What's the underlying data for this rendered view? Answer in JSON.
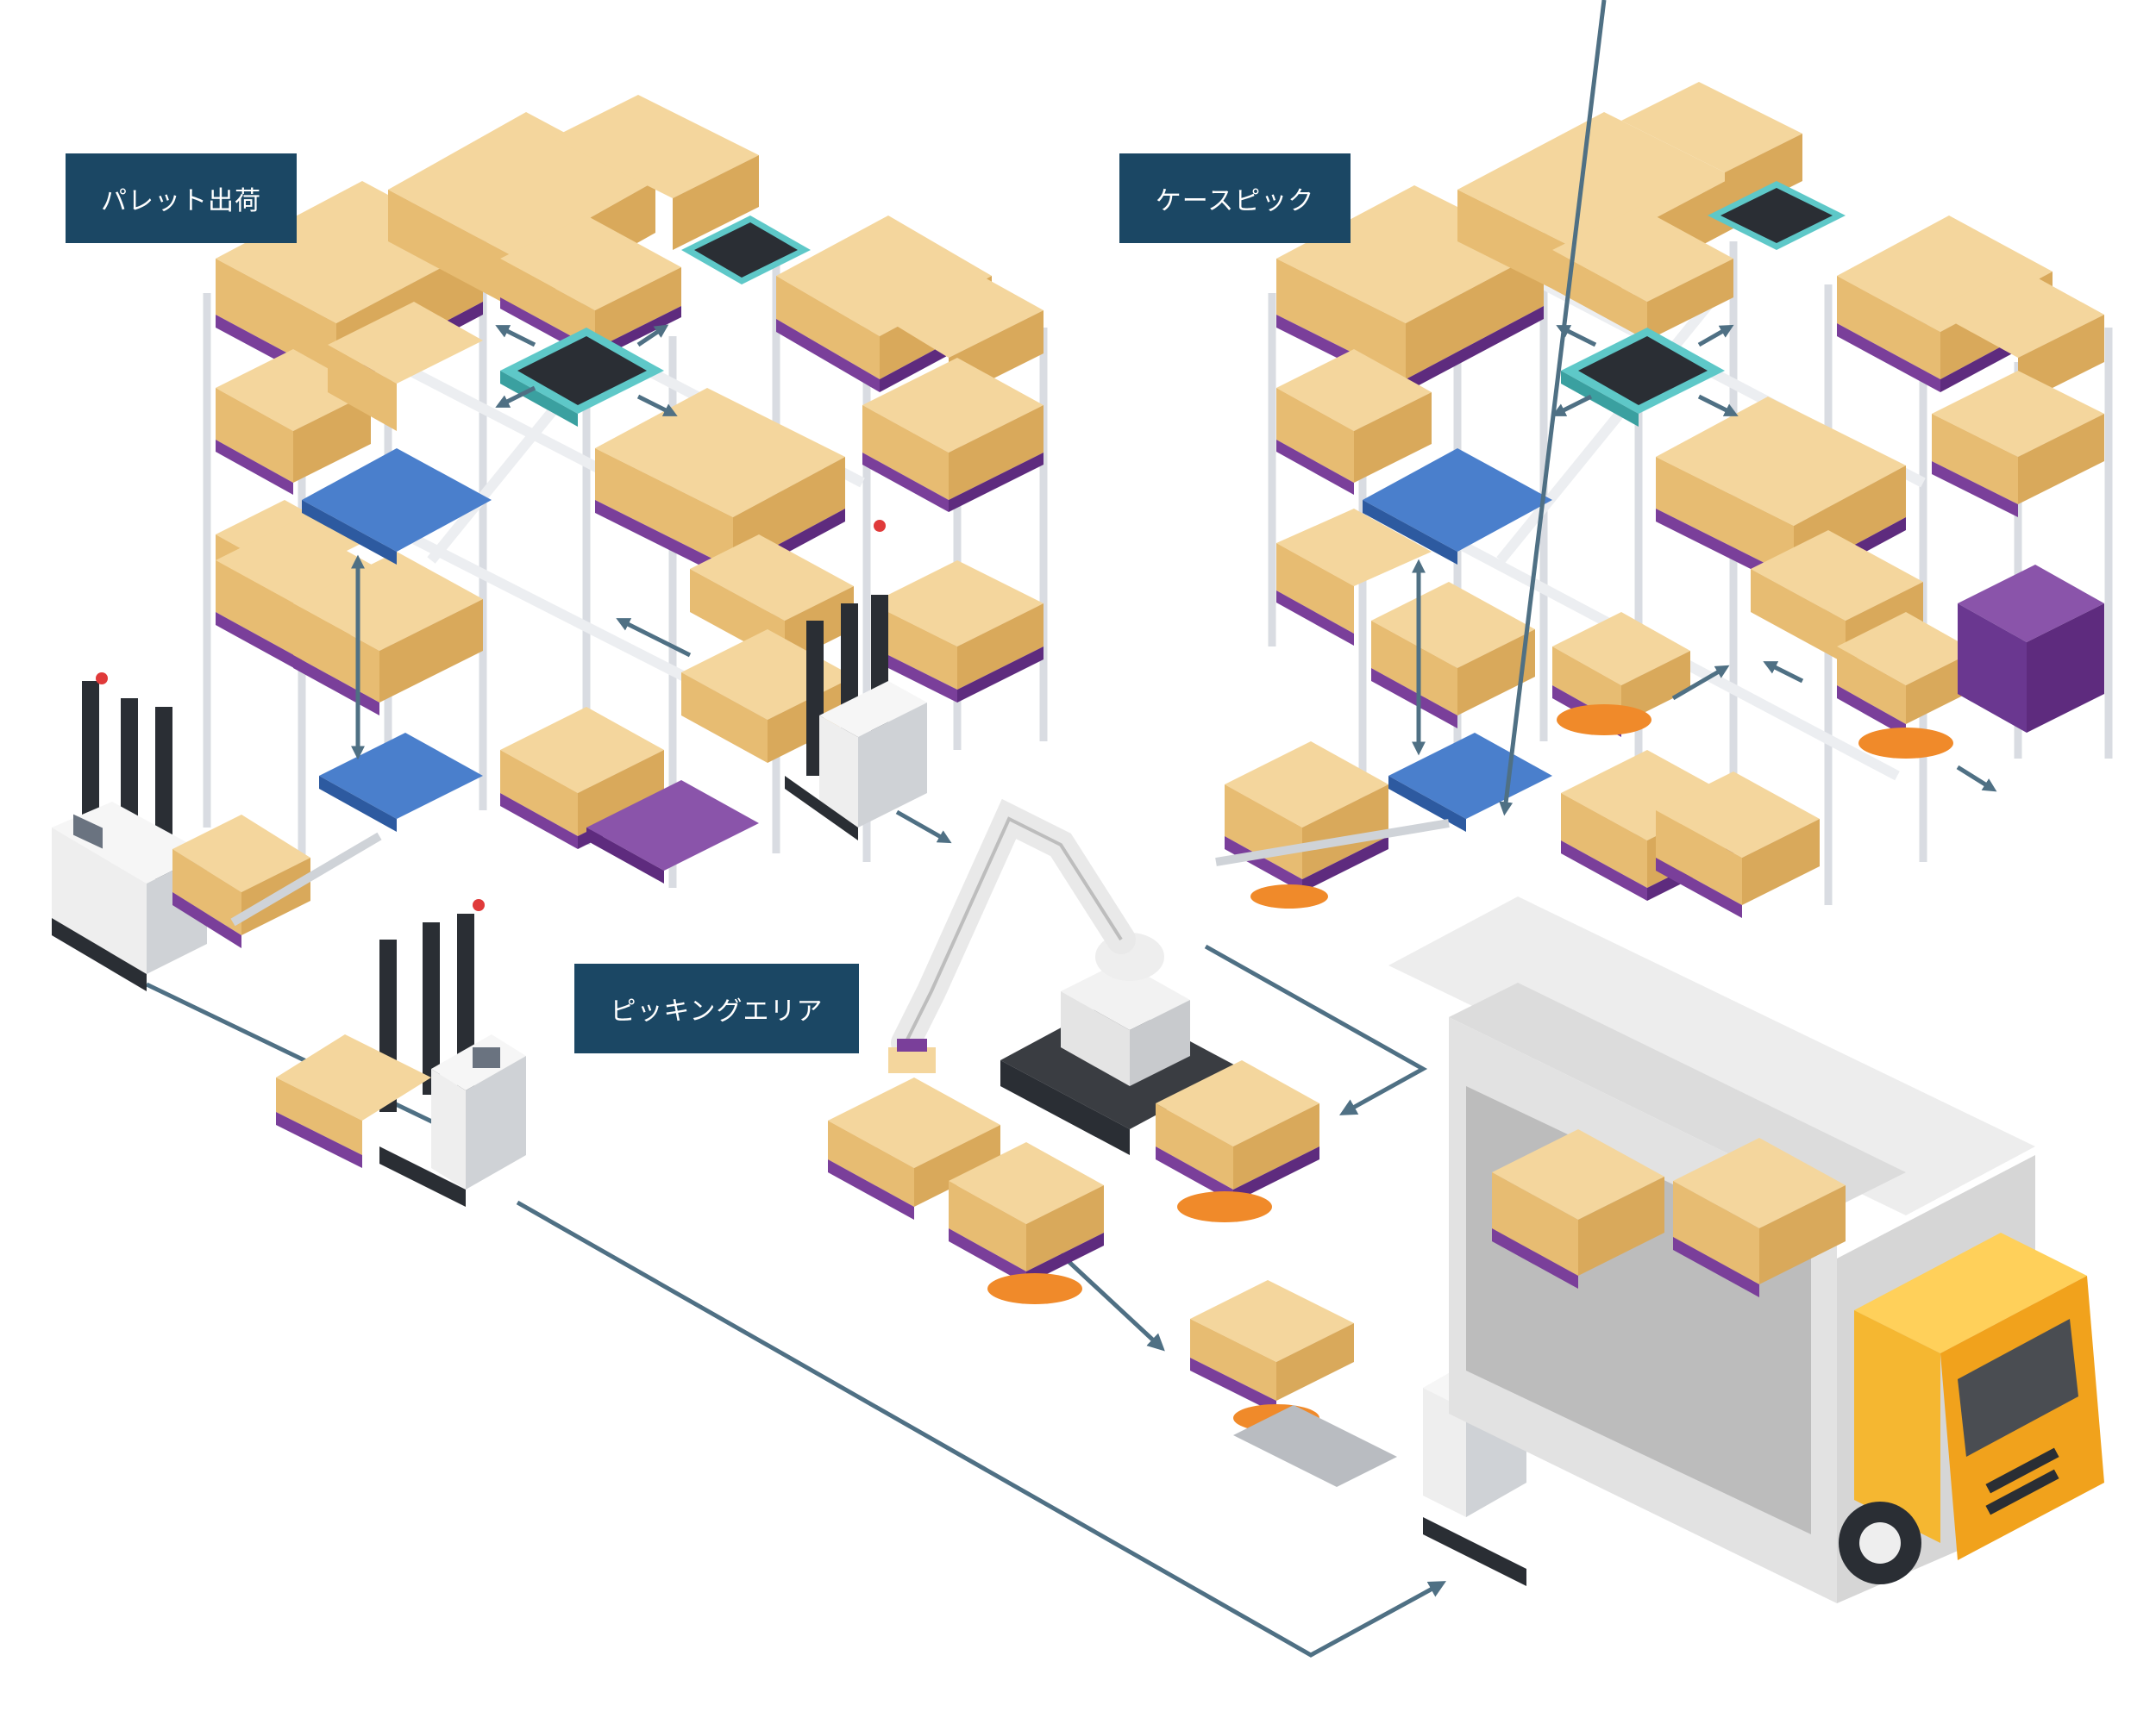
{
  "labels": {
    "pallet_shipping": "パレット出荷",
    "case_pick": "ケースピック",
    "picking_area": "ピッキングエリア"
  },
  "colors": {
    "label_bg": "#1b4764",
    "box": "#efc985",
    "pallet": "#7a3f9a",
    "rack": "#e4e6ea",
    "shuttle_accent": "#56c8c8",
    "blue_tray": "#3f74c4",
    "agv_orange": "#f08a2a",
    "truck_cab": "#f5b731",
    "flow_line": "#4f7084"
  },
  "icons": [
    "pallet-rack",
    "cardboard-box",
    "shuttle-robot",
    "forklift-agv",
    "robot-arm",
    "delivery-truck",
    "flow-arrow"
  ]
}
